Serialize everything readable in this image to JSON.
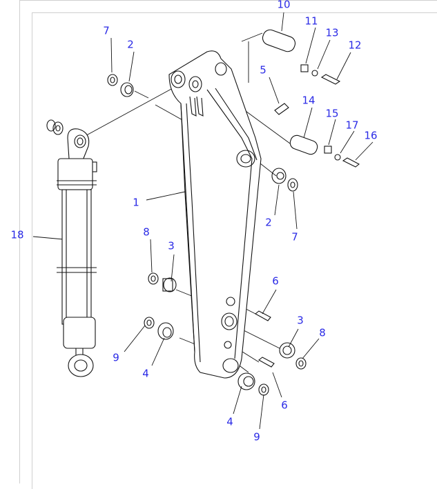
{
  "diagram": {
    "part_labels": [
      {
        "id": "10",
        "text": "10"
      },
      {
        "id": "11",
        "text": "11"
      },
      {
        "id": "13",
        "text": "13"
      },
      {
        "id": "12",
        "text": "12"
      },
      {
        "id": "7a",
        "text": "7"
      },
      {
        "id": "2a",
        "text": "2"
      },
      {
        "id": "5",
        "text": "5"
      },
      {
        "id": "14",
        "text": "14"
      },
      {
        "id": "15",
        "text": "15"
      },
      {
        "id": "17",
        "text": "17"
      },
      {
        "id": "16",
        "text": "16"
      },
      {
        "id": "1",
        "text": "1"
      },
      {
        "id": "2b",
        "text": "2"
      },
      {
        "id": "7b",
        "text": "7"
      },
      {
        "id": "18",
        "text": "18"
      },
      {
        "id": "8a",
        "text": "8"
      },
      {
        "id": "3a",
        "text": "3"
      },
      {
        "id": "6a",
        "text": "6"
      },
      {
        "id": "3b",
        "text": "3"
      },
      {
        "id": "8b",
        "text": "8"
      },
      {
        "id": "9a",
        "text": "9"
      },
      {
        "id": "4a",
        "text": "4"
      },
      {
        "id": "4b",
        "text": "4"
      },
      {
        "id": "6b",
        "text": "6"
      },
      {
        "id": "9b",
        "text": "9"
      }
    ]
  }
}
